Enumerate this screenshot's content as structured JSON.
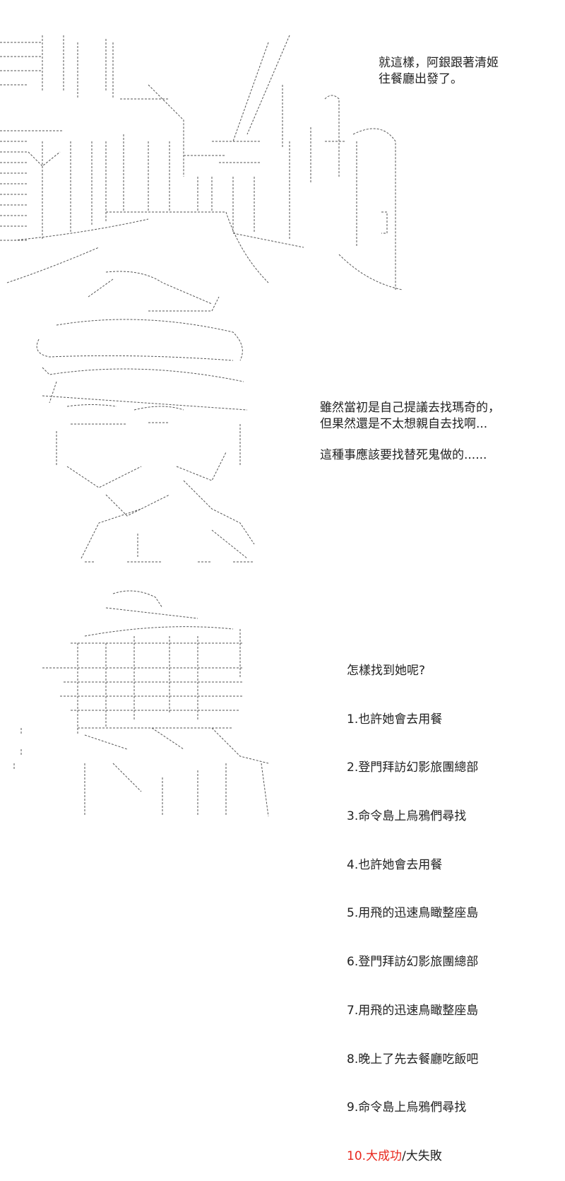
{
  "panel1": {
    "narration": [
      "就這樣，阿銀跟著清姬",
      "往餐廳出發了。"
    ]
  },
  "panel2": {
    "thought": [
      "雖然當初是自己提議去找瑪奇的，",
      "但果然還是不太想親自去找啊..."
    ],
    "thought2": "這種事應該要找替死鬼做的......"
  },
  "panel3": {
    "question": "怎樣找到她呢?",
    "options": [
      "1.也許她會去用餐",
      "2.登門拜訪幻影旅團總部",
      "3.命令島上烏鴉們尋找",
      "4.也許她會去用餐",
      "5.用飛的迅速鳥瞰整座島",
      "6.登門拜訪幻影旅團總部",
      "7.用飛的迅速鳥瞰整座島",
      "8.晚上了先去餐廳吃飯吧",
      "9.命令島上烏鴉們尋找"
    ],
    "result_success": "10.大成功",
    "result_sep": "/",
    "result_fail": "大失敗",
    "accent_color": "#e8261c"
  }
}
